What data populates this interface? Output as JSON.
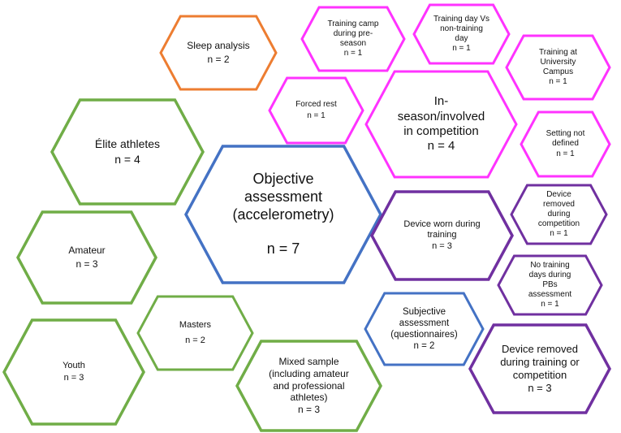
{
  "colors": {
    "green": "#70AD47",
    "blue": "#4472C4",
    "orange": "#ED7D31",
    "magenta": "#FF33FF",
    "purple": "#7030A0",
    "fill": "#FFFFFF",
    "text": "#111111"
  },
  "nodes": [
    {
      "id": "sleep-analysis",
      "color": "orange",
      "label": "Sleep analysis",
      "count": "n = 2"
    },
    {
      "id": "training-camp",
      "color": "magenta",
      "label": "Training camp\nduring pre-\nseason",
      "count": "n = 1"
    },
    {
      "id": "training-day-vs",
      "color": "magenta",
      "label": "Training day Vs\nnon-training\nday",
      "count": "n = 1"
    },
    {
      "id": "university-campus",
      "color": "magenta",
      "label": "Training at\nUniversity\nCampus",
      "count": "n = 1"
    },
    {
      "id": "forced-rest",
      "color": "magenta",
      "label": "Forced rest",
      "count": "n = 1"
    },
    {
      "id": "in-season",
      "color": "magenta",
      "label": "In-\nseason/involved\nin competition",
      "count": "n = 4"
    },
    {
      "id": "setting-not-defined",
      "color": "magenta",
      "label": "Setting not\ndefined",
      "count": "n = 1"
    },
    {
      "id": "elite-athletes",
      "color": "green",
      "label": "Élite athletes",
      "count": "n = 4"
    },
    {
      "id": "objective-assessment",
      "color": "blue",
      "label": "Objective\nassessment\n(accelerometry)",
      "count": "n = 7"
    },
    {
      "id": "device-worn-training",
      "color": "purple",
      "label": "Device worn during\ntraining",
      "count": "n = 3"
    },
    {
      "id": "device-removed-competition",
      "color": "purple",
      "label": "Device\nremoved\nduring\ncompetition",
      "count": "n = 1"
    },
    {
      "id": "amateur",
      "color": "green",
      "label": "Amateur",
      "count": "n = 3"
    },
    {
      "id": "no-training-days",
      "color": "purple",
      "label": "No training\ndays during\nPBs\nassessment",
      "count": "n = 1"
    },
    {
      "id": "subjective-assessment",
      "color": "blue",
      "label": "Subjective\nassessment\n(questionnaires)",
      "count": "n = 2"
    },
    {
      "id": "masters",
      "color": "green",
      "label": "Masters",
      "count": "n = 2"
    },
    {
      "id": "youth",
      "color": "green",
      "label": "Youth",
      "count": "n = 3"
    },
    {
      "id": "mixed-sample",
      "color": "green",
      "label": "Mixed sample\n(including amateur\nand professional\nathletes)",
      "count": "n = 3"
    },
    {
      "id": "device-removed-training-competition",
      "color": "purple",
      "label": "Device removed\nduring training or\ncompetition",
      "count": "n = 3"
    }
  ]
}
